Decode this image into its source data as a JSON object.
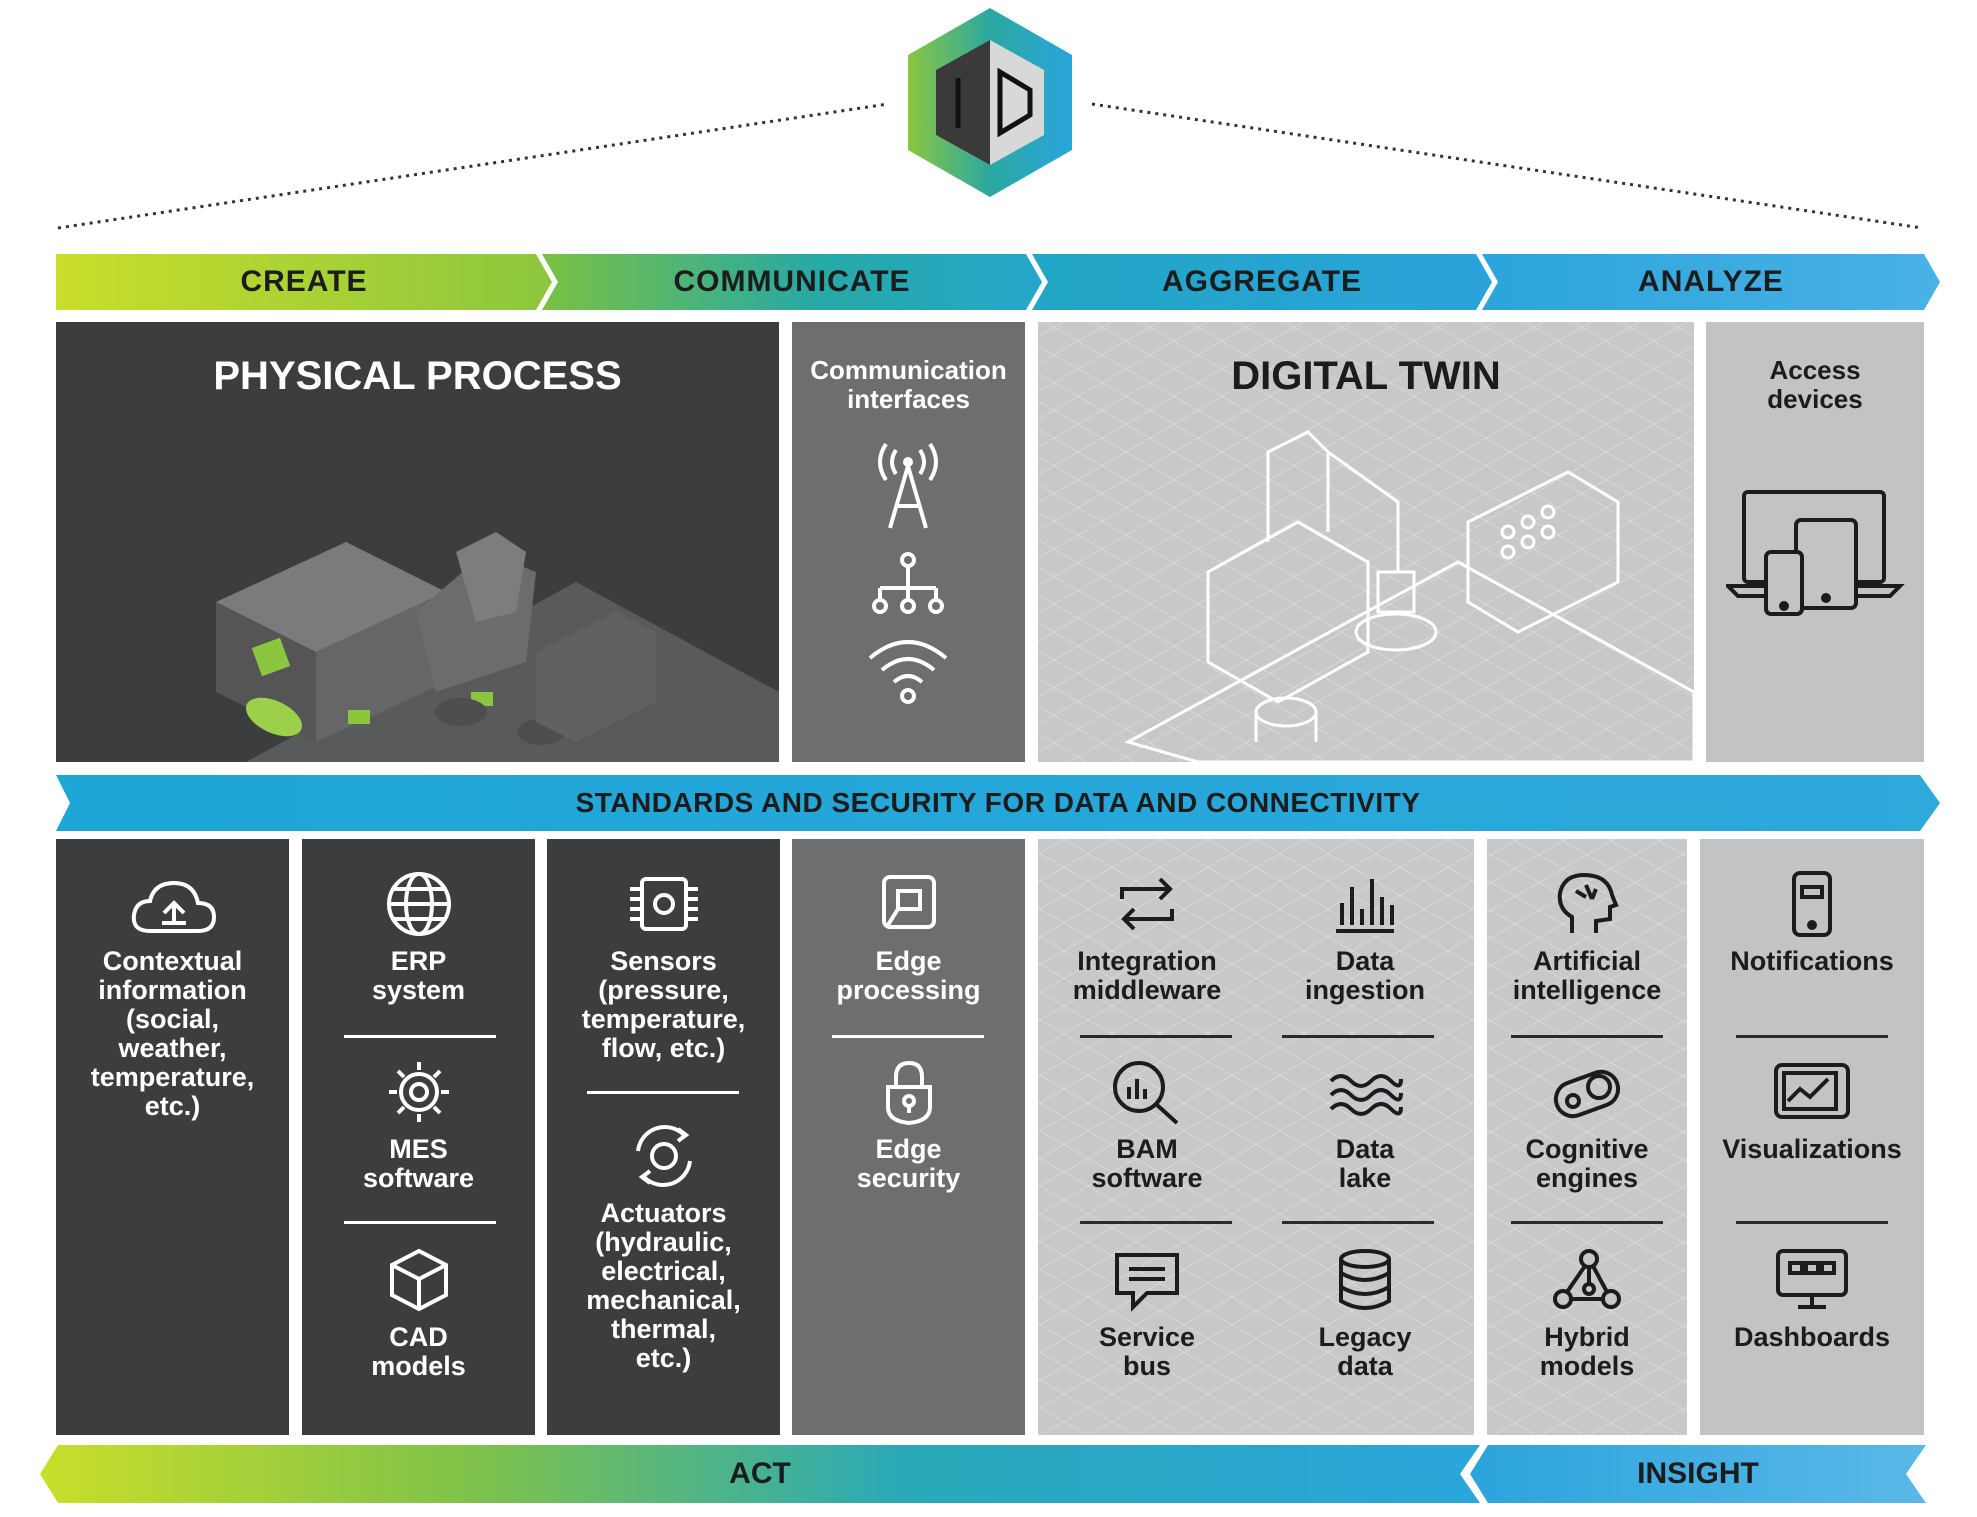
{
  "phases": {
    "create": "CREATE",
    "communicate": "COMMUNICATE",
    "aggregate": "AGGREGATE",
    "analyze": "ANALYZE"
  },
  "top_panels": {
    "physical_process": "PHYSICAL PROCESS",
    "communication": {
      "line1": "Communication",
      "line2": "interfaces"
    },
    "digital_twin": "DIGITAL TWIN",
    "access": {
      "line1": "Access",
      "line2": "devices"
    }
  },
  "band": "STANDARDS AND SECURITY FOR DATA AND CONNECTIVITY",
  "columns": {
    "contextual": {
      "lines": [
        "Contextual",
        "information",
        "(social,",
        "weather,",
        "temperature,",
        "etc.)"
      ]
    },
    "erp": [
      "ERP",
      "system"
    ],
    "mes": [
      "MES",
      "software"
    ],
    "cad": [
      "CAD",
      "models"
    ],
    "sensors": [
      "Sensors",
      "(pressure,",
      "temperature,",
      "flow, etc.)"
    ],
    "actuators": [
      "Actuators",
      "(hydraulic,",
      "electrical,",
      "mechanical,",
      "thermal,",
      "etc.)"
    ],
    "edge_processing": [
      "Edge",
      "processing"
    ],
    "edge_security": [
      "Edge",
      "security"
    ],
    "integration": [
      "Integration",
      "middleware"
    ],
    "data_ingestion": [
      "Data",
      "ingestion"
    ],
    "bam": [
      "BAM",
      "software"
    ],
    "data_lake": [
      "Data",
      "lake"
    ],
    "service_bus": [
      "Service",
      "bus"
    ],
    "legacy": [
      "Legacy",
      "data"
    ],
    "ai": [
      "Artificial",
      "intelligence"
    ],
    "cognitive": [
      "Cognitive",
      "engines"
    ],
    "hybrid": [
      "Hybrid",
      "models"
    ],
    "notifications": "Notifications",
    "visualizations": "Visualizations",
    "dashboards": "Dashboards"
  },
  "bottom": {
    "act": "ACT",
    "insight": "INSIGHT"
  },
  "colors": {
    "dark_panel": "#3c3d3e",
    "mid_panel": "#6d6e6f",
    "light_panel": "#c2c3c4",
    "green": "#8cc63f",
    "blue": "#2aa6dc"
  }
}
